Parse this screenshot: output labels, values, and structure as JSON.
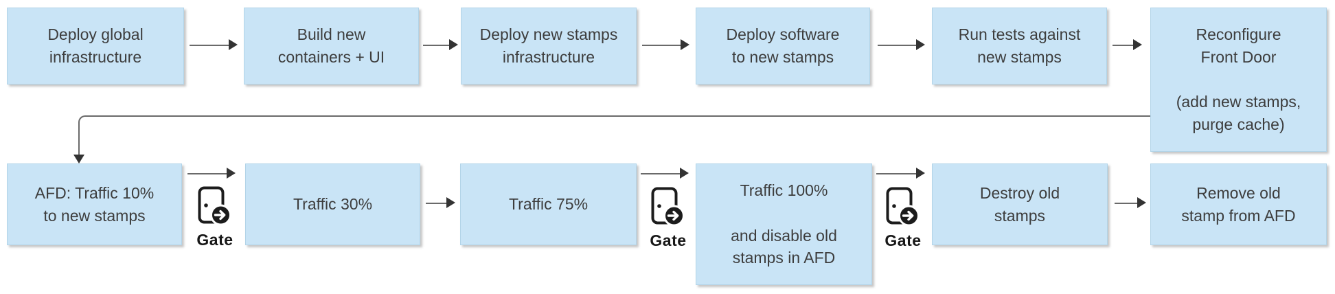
{
  "flow": {
    "row1": [
      {
        "label": "Deploy global\ninfrastructure"
      },
      {
        "label": "Build new\ncontainers + UI"
      },
      {
        "label": "Deploy new stamps\ninfrastructure"
      },
      {
        "label": "Deploy software\nto new stamps"
      },
      {
        "label": "Run tests against\nnew stamps"
      },
      {
        "label": "Reconfigure\nFront Door\n\n(add new stamps,\npurge cache)"
      }
    ],
    "row2": [
      {
        "label": "AFD: Traffic 10%\nto new stamps"
      },
      {
        "label": "Traffic 30%"
      },
      {
        "label": "Traffic 75%"
      },
      {
        "label": "Traffic 100%\n\nand disable old\nstamps in AFD"
      },
      {
        "label": "Destroy old\nstamps"
      },
      {
        "label": "Remove old\nstamp from AFD"
      }
    ],
    "gate_label": "Gate",
    "icons": {
      "gate_icon": "door-with-forward-arrow-badge"
    },
    "colors": {
      "box_fill": "#c9e4f6",
      "box_border": "#b2d4e8",
      "text": "#3d3d3d",
      "arrow_line": "#6a6a6a",
      "arrow_head": "#333333",
      "gate_icon": "#1c1c1c"
    }
  }
}
